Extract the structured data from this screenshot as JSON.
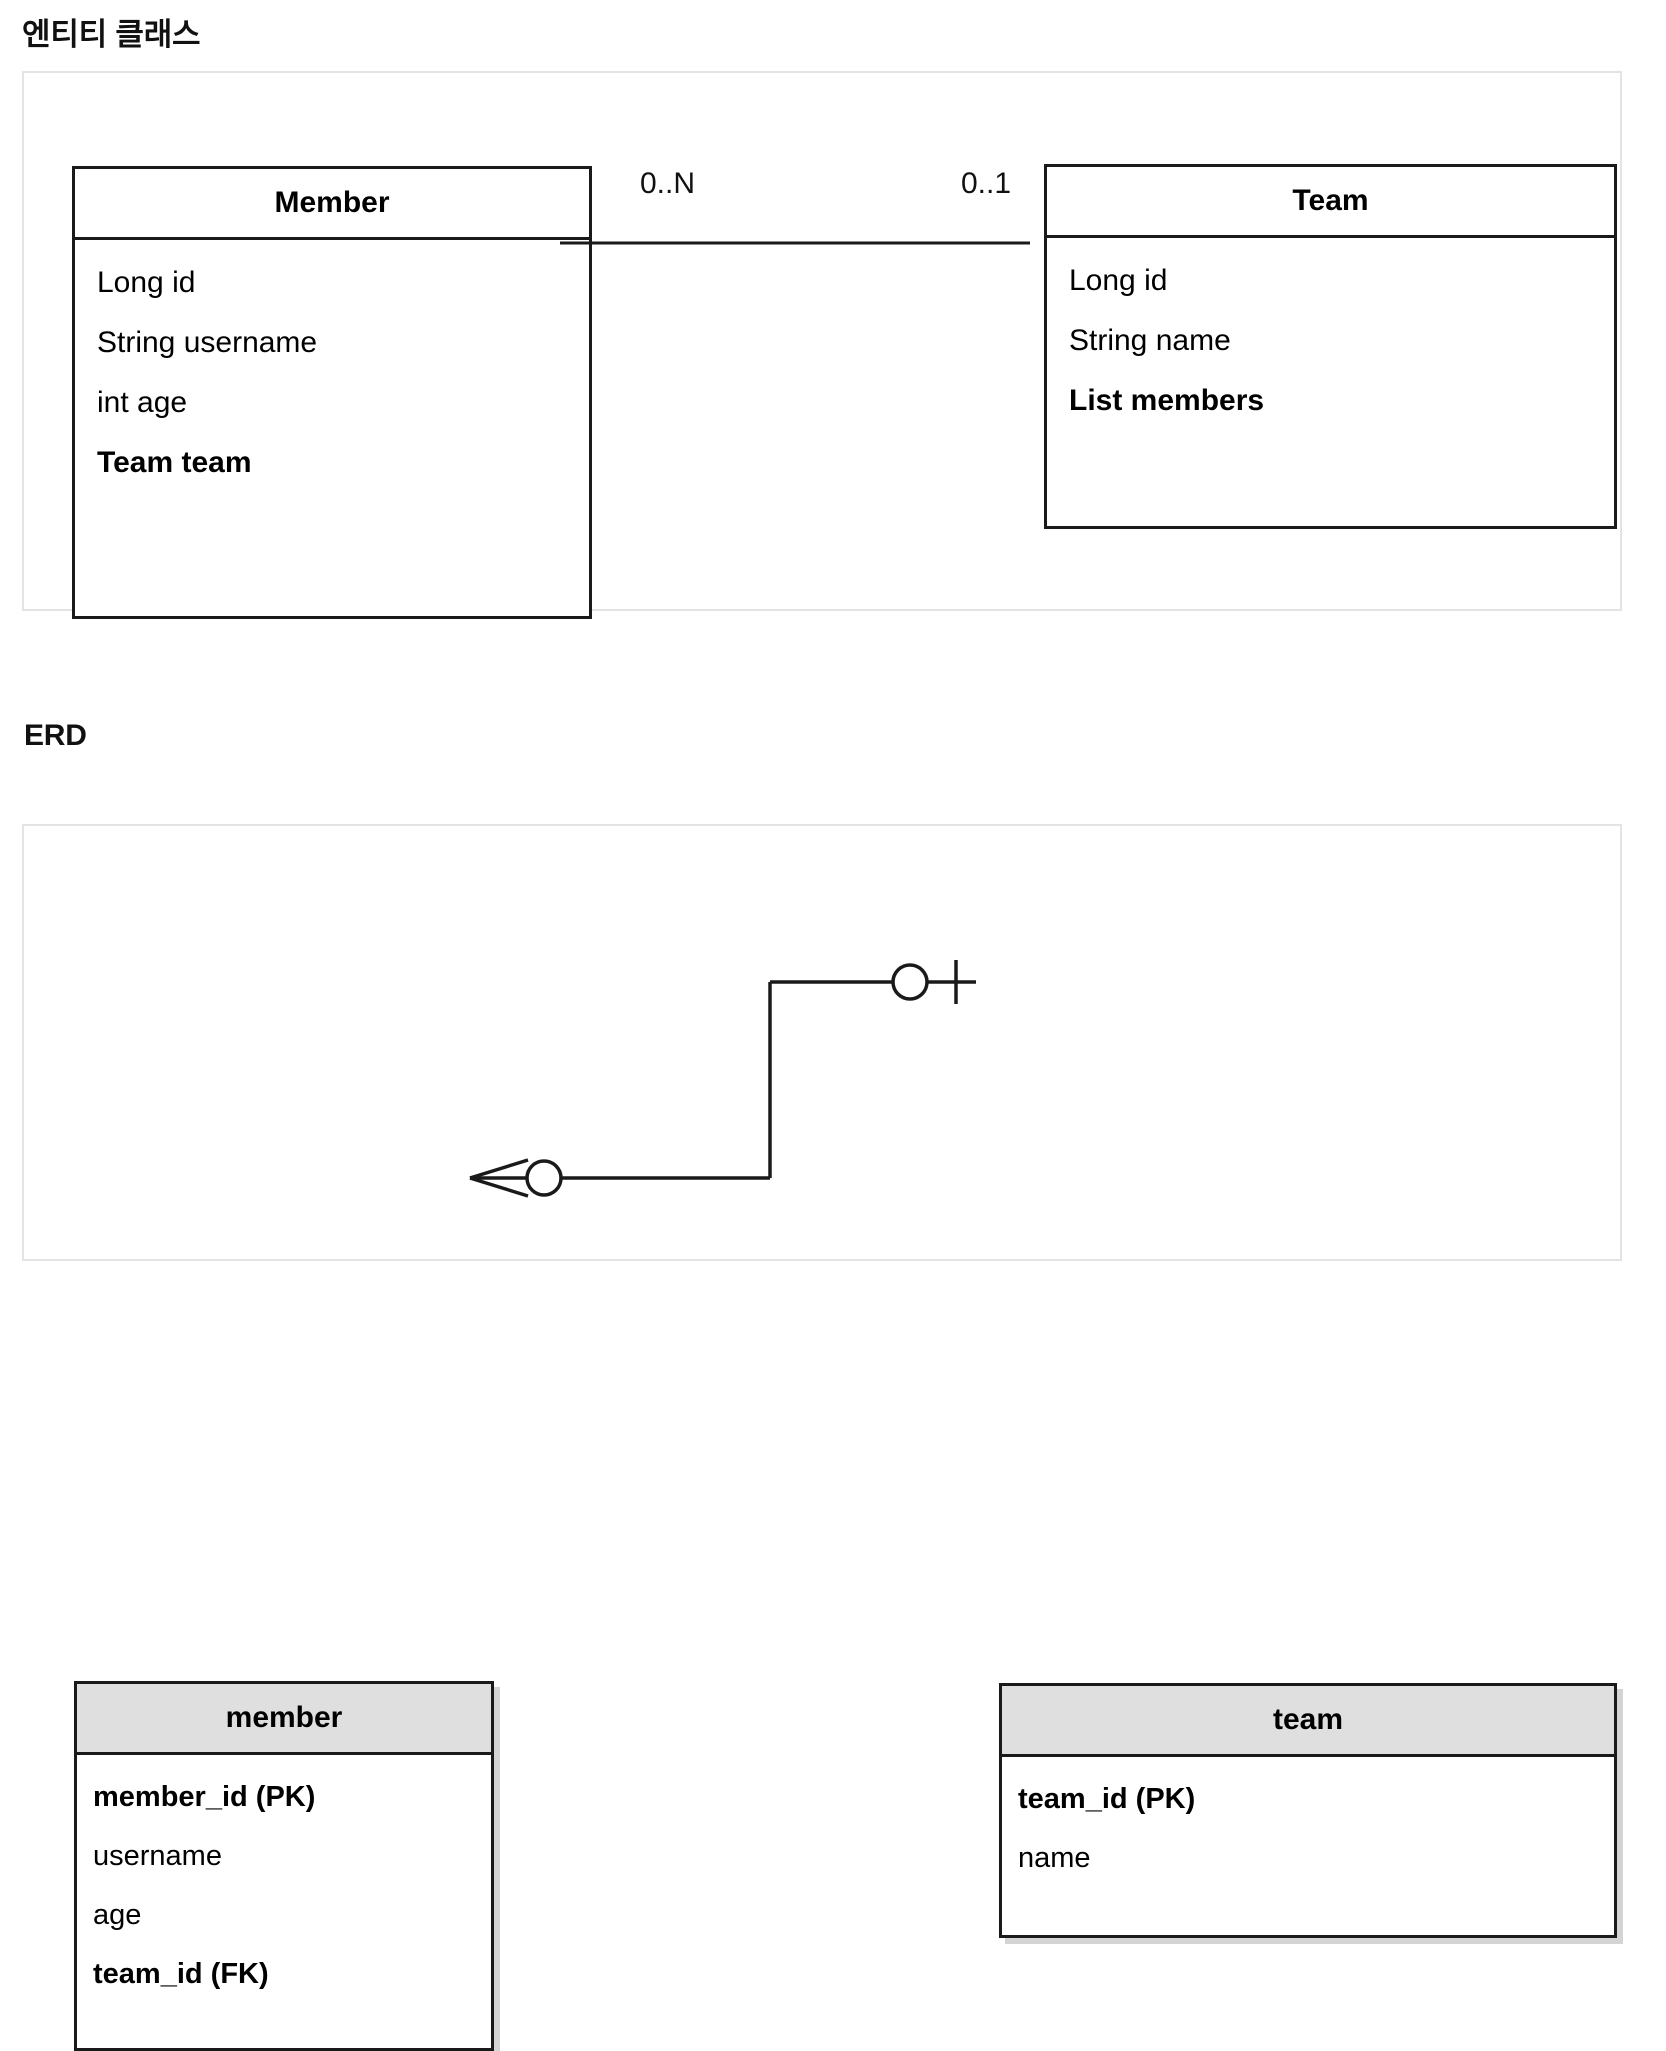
{
  "sections": {
    "entity_class": {
      "heading": "엔티티 클래스",
      "diagram_type": "uml-class-diagram",
      "classes": [
        {
          "name": "Member",
          "attributes": [
            {
              "text": "Long id",
              "bold": false
            },
            {
              "text": "String username",
              "bold": false
            },
            {
              "text": "int age",
              "bold": false
            },
            {
              "text": "Team team",
              "bold": true
            }
          ]
        },
        {
          "name": "Team",
          "attributes": [
            {
              "text": "Long id",
              "bold": false
            },
            {
              "text": "String name",
              "bold": false
            },
            {
              "text": "List members",
              "bold": true
            }
          ]
        }
      ],
      "association": {
        "source_multiplicity": "0..N",
        "target_multiplicity": "0..1",
        "source": "Member",
        "target": "Team"
      }
    },
    "erd": {
      "heading": "ERD",
      "diagram_type": "crows-foot-erd",
      "tables": [
        {
          "name": "member",
          "columns": [
            {
              "text": "member_id (PK)",
              "bold": true
            },
            {
              "text": "username",
              "bold": false
            },
            {
              "text": "age",
              "bold": false
            },
            {
              "text": "team_id (FK)",
              "bold": true
            }
          ]
        },
        {
          "name": "team",
          "columns": [
            {
              "text": "team_id (PK)",
              "bold": true
            },
            {
              "text": "name",
              "bold": false
            }
          ]
        }
      ],
      "relationship": {
        "member_side_notation": "zero-or-many",
        "team_side_notation": "zero-or-one"
      }
    }
  },
  "colors": {
    "line": "#1a1a1a",
    "panel_border": "#e3e3e3",
    "table_header_fill": "#dfdfdf",
    "shadow": "#d6d6d6",
    "background": "#ffffff",
    "text": "#111111"
  }
}
